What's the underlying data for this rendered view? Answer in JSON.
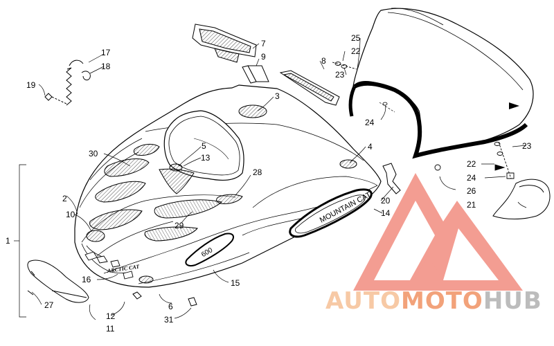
{
  "diagram": {
    "callouts": [
      "1",
      "2",
      "3",
      "4",
      "5",
      "6",
      "7",
      "8",
      "9",
      "10",
      "11",
      "12",
      "13",
      "14",
      "15",
      "16",
      "17",
      "18",
      "19",
      "20",
      "21",
      "22",
      "22",
      "23",
      "23",
      "24",
      "24",
      "25",
      "26",
      "27",
      "28",
      "29",
      "30",
      "31"
    ]
  },
  "hood_text": {
    "logo": "ARCTIC CAT",
    "badge_side": "MOUNTAIN CAT",
    "badge_front": "600"
  },
  "watermark": {
    "part_a": "AUTO",
    "part_b": "MOTO",
    "part_c": "HUB",
    "colors": {
      "logo": "#f07d6e",
      "auto": "#f7c9a5",
      "moto": "#f2a27a",
      "hub": "#bcbcbc"
    }
  }
}
